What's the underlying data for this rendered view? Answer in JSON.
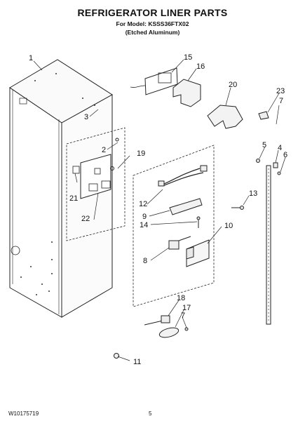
{
  "header": {
    "title": "REFRIGERATOR LINER PARTS",
    "model_line": "For Model: KSSS36FTX02",
    "variant_line": "(Etched Aluminum)"
  },
  "callouts": [
    "1",
    "2",
    "3",
    "4",
    "5",
    "6",
    "7",
    "7",
    "7",
    "8",
    "9",
    "10",
    "11",
    "12",
    "13",
    "14",
    "15",
    "16",
    "17",
    "18",
    "19",
    "20",
    "21",
    "22",
    "23"
  ],
  "footer": {
    "doc_id": "W10175719",
    "page": "5"
  }
}
